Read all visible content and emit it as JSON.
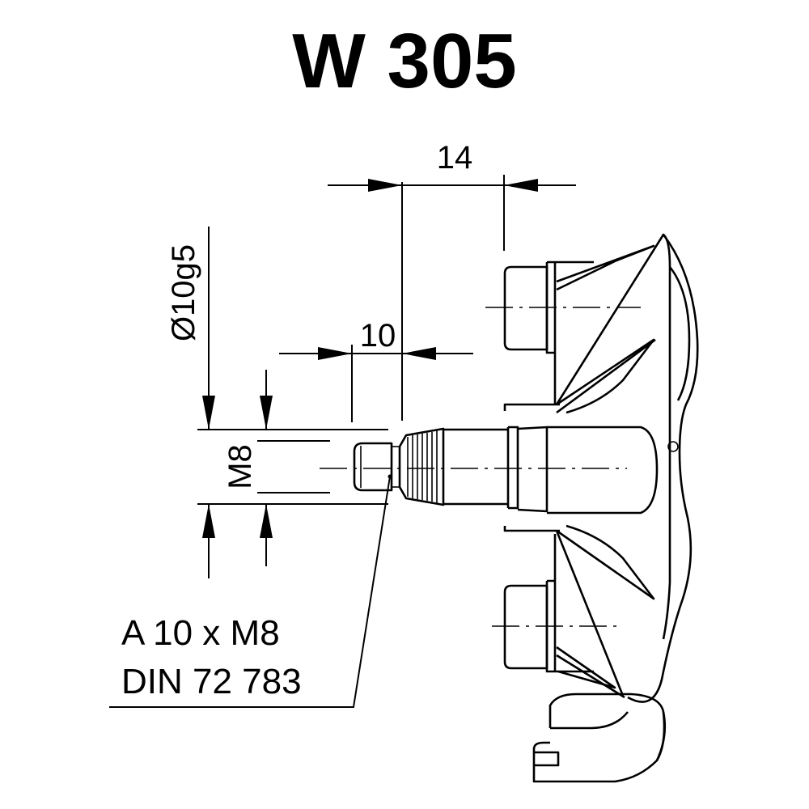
{
  "title": "W 305",
  "dimensions": {
    "width_top": "14",
    "width_inner": "10",
    "diameter": "Ø10g5",
    "thread": "M8"
  },
  "callout": {
    "line1": "A 10 x M8",
    "line2": "DIN 72 783"
  }
}
